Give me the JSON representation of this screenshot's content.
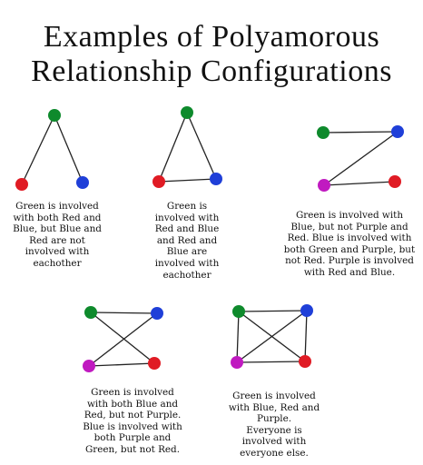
{
  "title": {
    "line1": "Examples of Polyamorous",
    "line2": "Relationship Configurations"
  },
  "colors": {
    "green": "#0e8a2c",
    "red": "#e01b24",
    "blue": "#1f3fd8",
    "purple": "#c01ac0"
  },
  "diagrams": [
    {
      "name": "v-configuration",
      "caption": [
        "Green is involved",
        "with both Red and",
        "Blue, but Blue and",
        "Red are not",
        "involved with",
        "eachother"
      ]
    },
    {
      "name": "triad-configuration",
      "caption": [
        "Green is",
        "involved with",
        "Red and Blue",
        "and Red and",
        "Blue are",
        "involved with",
        "eachother"
      ]
    },
    {
      "name": "chain-configuration",
      "caption": [
        "Green is involved with",
        "Blue, but not Purple and",
        "Red. Blue is involved with",
        "both Green and Purple, but",
        "not Red. Purple is involved",
        "with Red and Blue."
      ]
    },
    {
      "name": "cross-configuration",
      "caption": [
        "Green is involved",
        "with both Blue and",
        "Red, but not Purple.",
        "Blue is involved with",
        "both Purple and",
        "Green, but not Red."
      ]
    },
    {
      "name": "full-configuration",
      "caption": [
        "Green is involved",
        "with Blue, Red and",
        "Purple.",
        "Everyone is",
        "involved with",
        "everyone else."
      ]
    }
  ]
}
